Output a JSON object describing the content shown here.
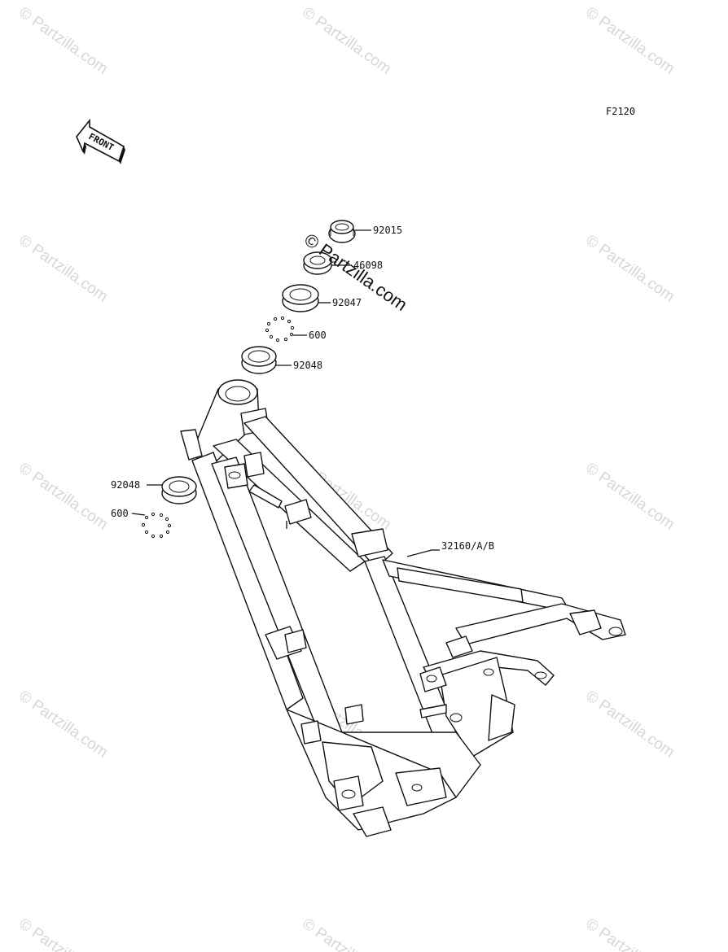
{
  "figure_code": "F2120",
  "front_arrow_label": "FRONT",
  "watermark_text": "© Partzilla.com",
  "callouts": {
    "c92015": "92015",
    "c46098": "46098",
    "c92047": "92047",
    "c600_top": "600",
    "c92048_top": "92048",
    "c92048_left": "92048",
    "c600_left": "600",
    "c32160": "32160/A/B"
  }
}
